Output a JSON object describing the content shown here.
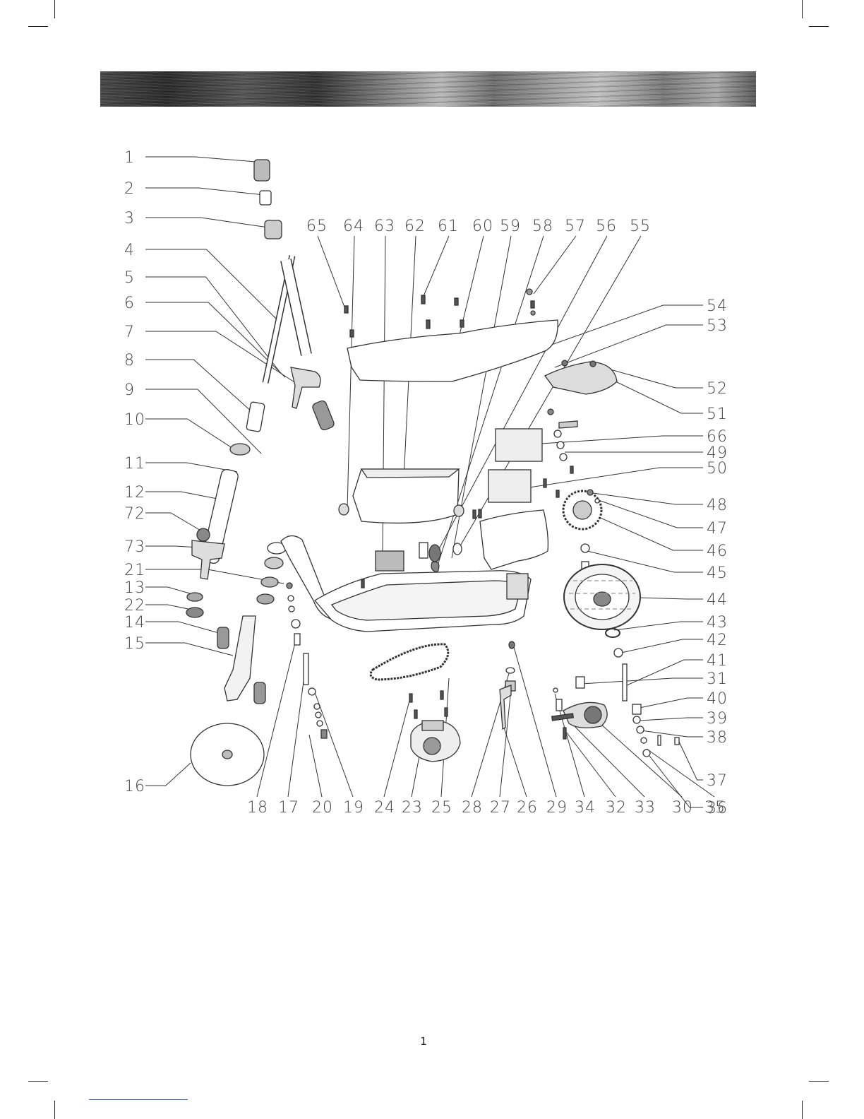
{
  "page": {
    "number": "1"
  },
  "colors": {
    "stroke": "#333333",
    "label": "#444444",
    "header_light": "#c2c2c2",
    "header_dark": "#2c2c2c"
  },
  "callouts": {
    "left": [
      "1",
      "2",
      "3",
      "4",
      "5",
      "6",
      "7",
      "8",
      "9",
      "10",
      "11",
      "12",
      "72",
      "73",
      "21",
      "13",
      "22",
      "14",
      "15",
      "16"
    ],
    "top": [
      "65",
      "64",
      "63",
      "62",
      "61",
      "60",
      "59",
      "58",
      "57",
      "56",
      "55"
    ],
    "right": [
      "54",
      "53",
      "52",
      "51",
      "66",
      "49",
      "50",
      "48",
      "47",
      "46",
      "45",
      "44",
      "43",
      "42",
      "41",
      "31",
      "40",
      "39",
      "38",
      "37",
      "36"
    ],
    "bottom": [
      "18",
      "17",
      "20",
      "19",
      "24",
      "23",
      "25",
      "28",
      "27",
      "26",
      "29",
      "34",
      "32",
      "33",
      "30",
      "35",
      "36"
    ]
  }
}
